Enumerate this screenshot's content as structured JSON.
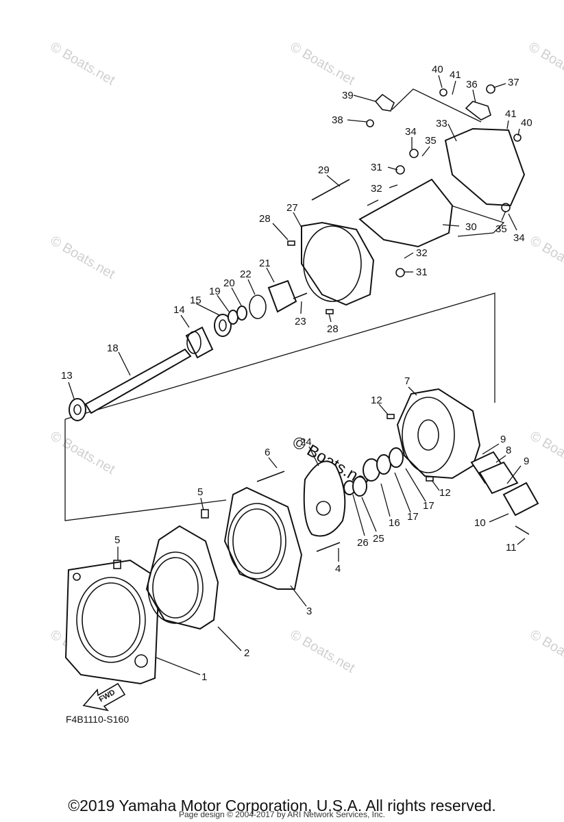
{
  "watermarks": [
    "© Boats.net",
    "© Boats.net",
    "© Boats.net",
    "© Boats.net",
    "© Boats.net",
    "© Boats.net",
    "© Boats.net",
    "© Boats.net",
    "© Boats.net",
    "© Boats.net"
  ],
  "center_watermark": "© Boats.net",
  "fwd_label": "FWD",
  "diagram_code": "F4B1110-S160",
  "copyright": "©2019 Yamaha Motor Corporation, U.S.A. All rights reserved.",
  "page_design": "Page design © 2004-2017 by ARI Network Services, Inc.",
  "part_numbers": [
    "1",
    "2",
    "3",
    "4",
    "5",
    "5",
    "6",
    "7",
    "8",
    "9",
    "9",
    "10",
    "11",
    "12",
    "12",
    "13",
    "14",
    "15",
    "16",
    "17",
    "17",
    "18",
    "19",
    "20",
    "21",
    "22",
    "23",
    "24",
    "25",
    "26",
    "27",
    "28",
    "28",
    "29",
    "30",
    "31",
    "31",
    "32",
    "32",
    "33",
    "34",
    "34",
    "35",
    "35",
    "36",
    "37",
    "38",
    "39",
    "40",
    "40",
    "41",
    "41"
  ]
}
